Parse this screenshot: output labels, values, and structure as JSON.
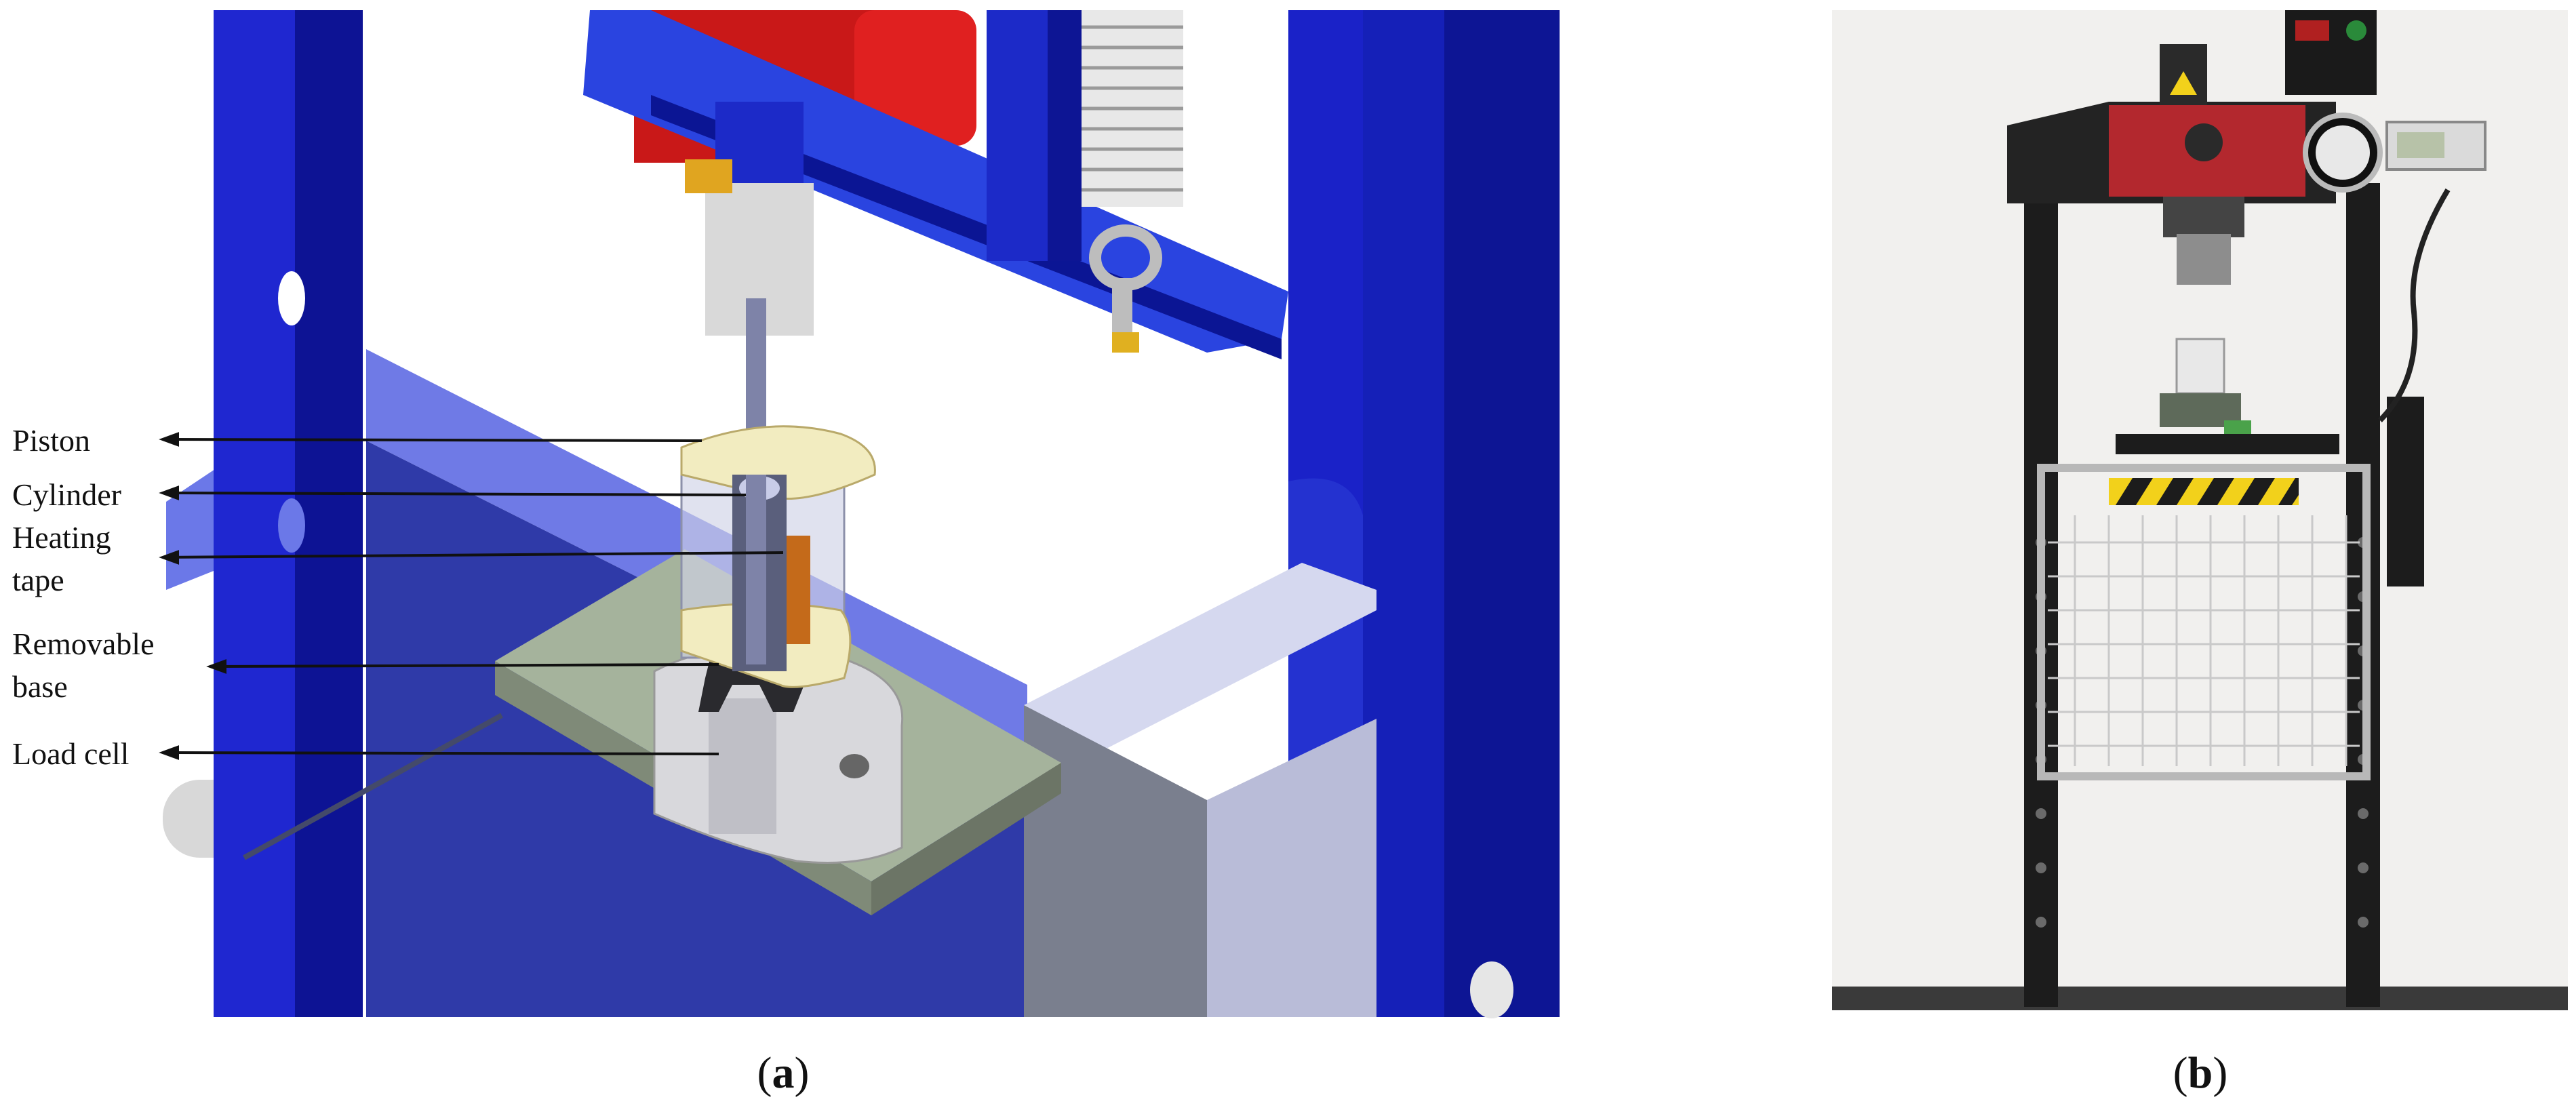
{
  "panel_a": {
    "labels": {
      "piston": "Piston",
      "cylinder": "Cylinder",
      "heating_line1": "Heating",
      "heating_line2": "tape",
      "removable_line1": "Removable",
      "removable_line2": "base",
      "load_cell": "Load cell"
    },
    "caption_letter": "a"
  },
  "panel_b": {
    "caption_letter": "b"
  },
  "colors": {
    "frame_blue": "#1a22c8",
    "frame_blue_dark": "#0e1490",
    "beam_blue": "#2d3bb8",
    "red": "#d11a1a",
    "green_plate": "#a7b59f",
    "grey_block": "#c8cbe0",
    "press_black": "#1c1c1c",
    "press_red": "#b8282e",
    "hazard_yellow": "#f2d11b"
  }
}
